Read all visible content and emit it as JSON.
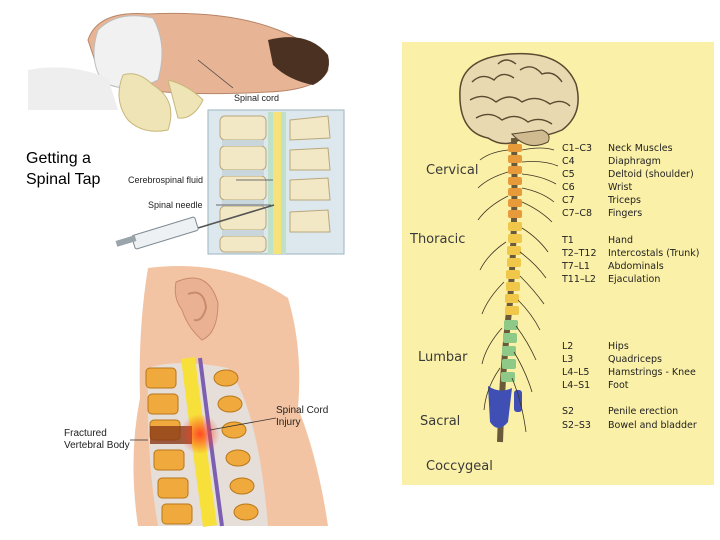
{
  "slide": {
    "title": "Getting a Spinal Tap"
  },
  "spinal_tap_figure": {
    "label_cord": "Spinal cord",
    "label_csf": "Cerebrospinal fluid",
    "label_needle": "Spinal needle"
  },
  "neck_injury_figure": {
    "label_fracture_line1": "Fractured",
    "label_fracture_line2": "Vertebral Body",
    "label_injury_line1": "Spinal Cord",
    "label_injury_line2": "Injury"
  },
  "nerve_chart": {
    "regions": [
      "Cervical",
      "Thoracic",
      "Lumbar",
      "Sacral",
      "Coccygeal"
    ],
    "entries": [
      {
        "level": "C1–C3",
        "function": "Neck Muscles"
      },
      {
        "level": "C4",
        "function": "Diaphragm"
      },
      {
        "level": "C5",
        "function": "Deltoid (shoulder)"
      },
      {
        "level": "C6",
        "function": "Wrist"
      },
      {
        "level": "C7",
        "function": "Triceps"
      },
      {
        "level": "C7–C8",
        "function": "Fingers"
      },
      {
        "level": "T1",
        "function": "Hand"
      },
      {
        "level": "T2–T12",
        "function": "Intercostals (Trunk)"
      },
      {
        "level": "T7–L1",
        "function": "Abdominals"
      },
      {
        "level": "T11–L2",
        "function": "Ejaculation"
      },
      {
        "level": "L2",
        "function": "Hips"
      },
      {
        "level": "L3",
        "function": "Quadriceps"
      },
      {
        "level": "L4–L5",
        "function": "Hamstrings - Knee"
      },
      {
        "level": "L4–S1",
        "function": "Foot"
      },
      {
        "level": "S2",
        "function": "Penile erection"
      },
      {
        "level": "S2–S3",
        "function": "Bowel and bladder"
      }
    ]
  }
}
